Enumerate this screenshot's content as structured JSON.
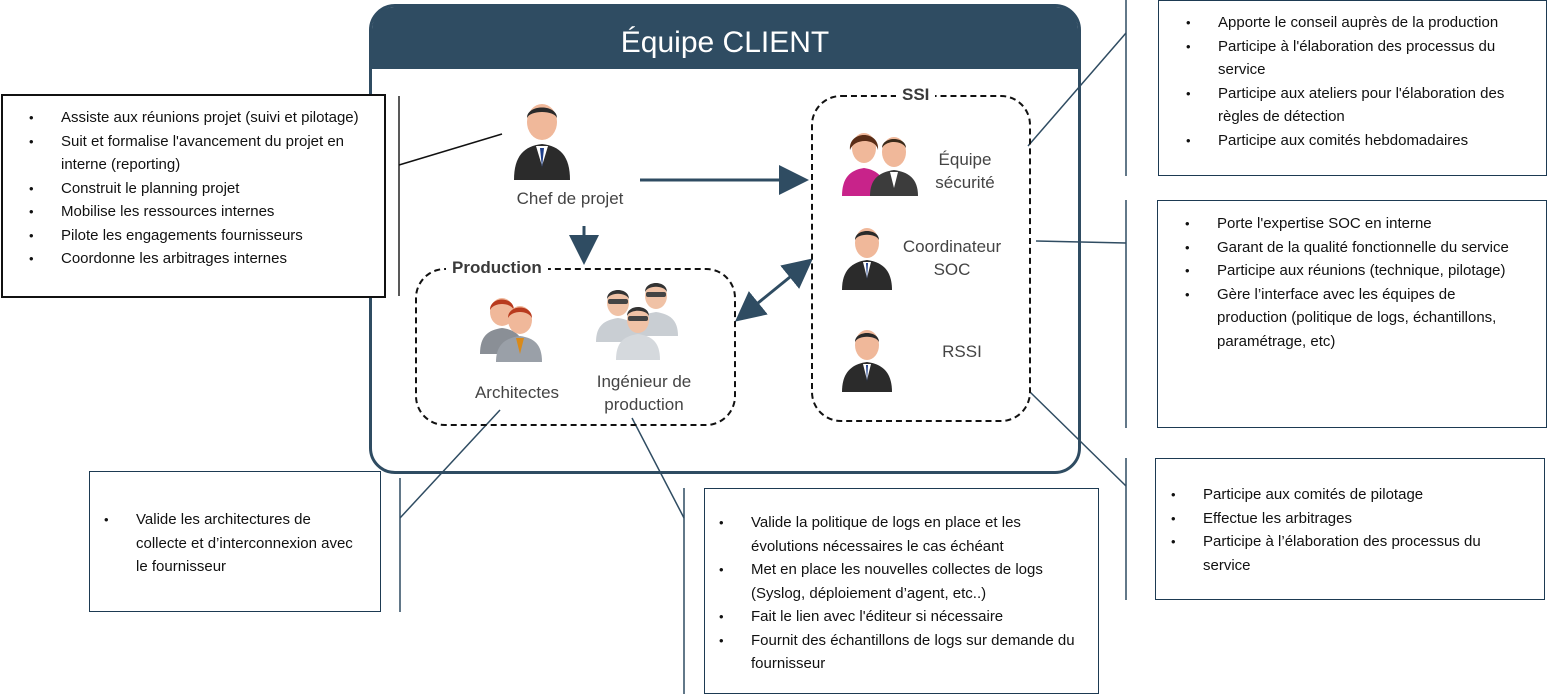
{
  "title": "Équipe CLIENT",
  "groups": {
    "ssi": "SSI",
    "production": "Production"
  },
  "roles": {
    "chef_de_projet": "Chef de projet",
    "equipe_securite_line1": "Équipe",
    "equipe_securite_line2": "sécurité",
    "coordinateur_line1": "Coordinateur",
    "coordinateur_line2": "SOC",
    "rssi": "RSSI",
    "architectes": "Architectes",
    "ingenieur_line1": "Ingénieur de",
    "ingenieur_line2": "production"
  },
  "boxes": {
    "chef": [
      "Assiste aux réunions projet (suivi et pilotage)",
      "Suit et formalise l'avancement du projet en interne (reporting)",
      "Construit le planning projet",
      "Mobilise les ressources internes",
      "Pilote les engagements fournisseurs",
      "Coordonne les arbitrages internes"
    ],
    "securite": [
      "Apporte le conseil auprès de la production",
      "Participe à l'élaboration des processus du service",
      "Participe aux ateliers pour l'élaboration des règles de détection",
      "Participe aux comités hebdomadaires"
    ],
    "coordinateur": [
      "Porte l'expertise SOC en interne",
      "Garant de la qualité fonctionnelle du service",
      "Participe aux réunions (technique, pilotage)",
      "Gère l’interface avec les équipes de production (politique de logs, échantillons, paramétrage, etc)"
    ],
    "rssi": [
      "Participe aux comités de pilotage",
      "Effectue les arbitrages",
      "Participe à l’élaboration des processus du service"
    ],
    "architectes": [
      "Valide les architectures de collecte et d’interconnexion avec le fournisseur"
    ],
    "ingenieur": [
      "Valide la politique de logs en place et les évolutions nécessaires le cas échéant",
      "Met en place les nouvelles collectes de logs (Syslog, déploiement d’agent, etc..)",
      "Fait le lien avec l'éditeur si nécessaire",
      "Fournit des échantillons de logs sur demande du fournisseur"
    ]
  },
  "colors": {
    "header": "#2f4c62",
    "arrow": "#2f4c62",
    "suit": "#2b2b2b",
    "skin": "#f0b89a"
  },
  "icons": [
    "businessman-icon",
    "security-team-icon",
    "architects-group-icon",
    "engineers-group-icon"
  ]
}
